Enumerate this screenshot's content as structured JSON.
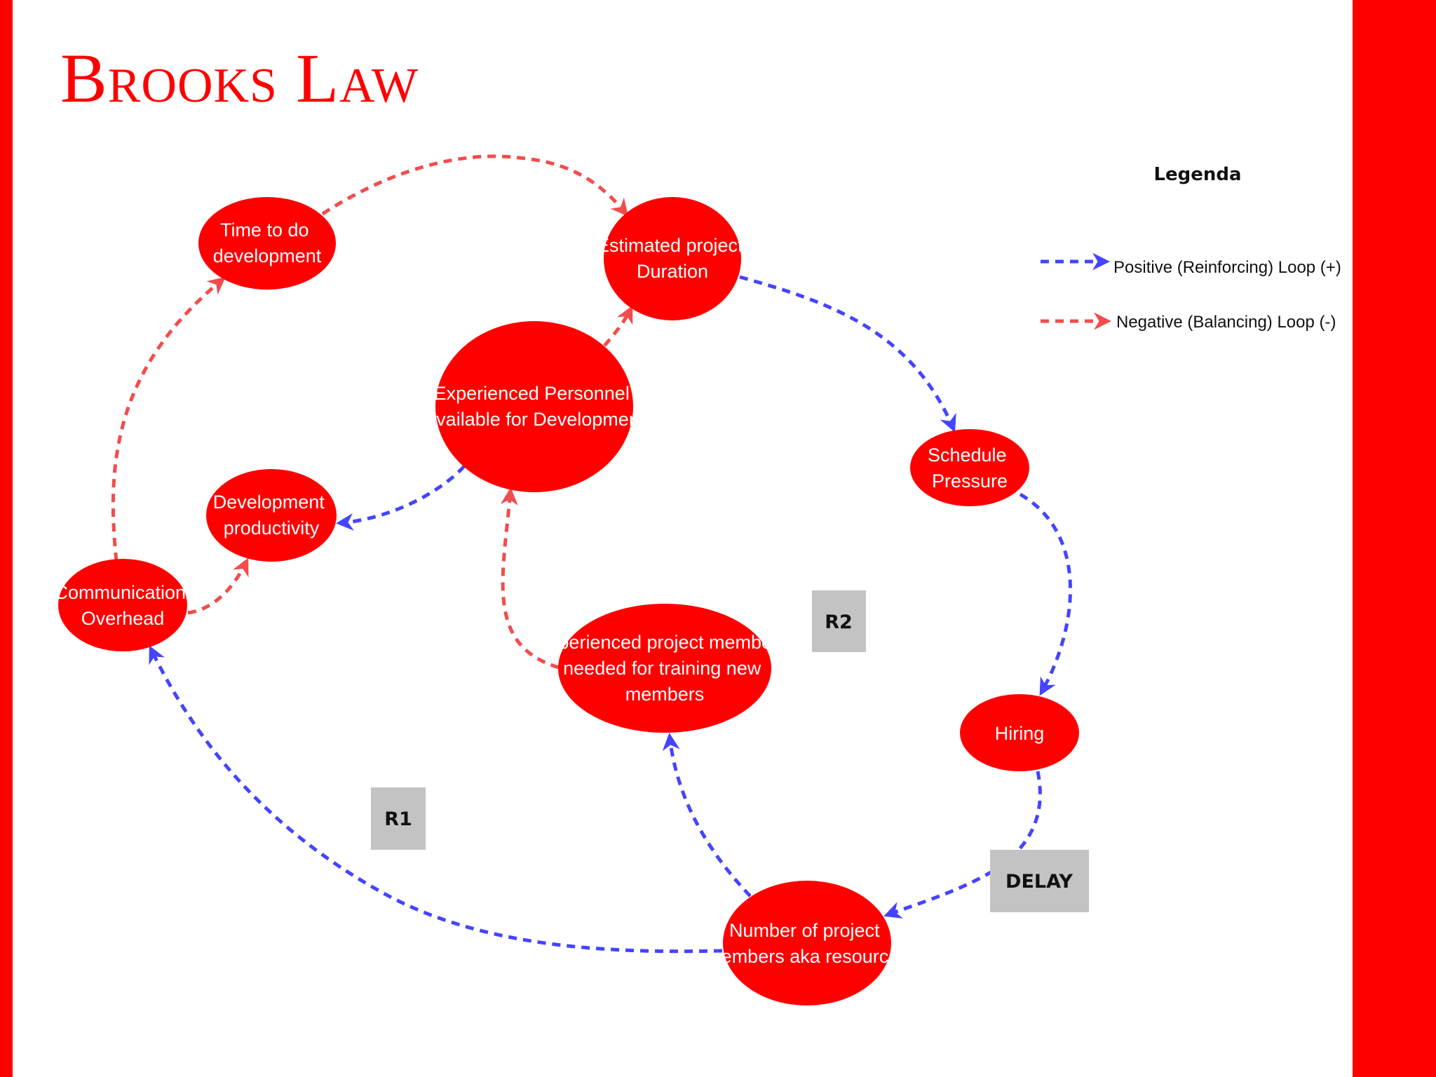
{
  "title": "Brooks Law",
  "colors": {
    "accent": "#ff0000",
    "node": "#ff0000",
    "positive_link": "#4444ff",
    "negative_link": "#f24c4c",
    "box": "#c3c3c3"
  },
  "nodes": {
    "time_to_do": [
      "Time to do",
      "development"
    ],
    "estimated_duration": [
      "Estimated project",
      "Duration"
    ],
    "experienced_personnel": [
      "Experienced Personnel",
      "Available for Development"
    ],
    "dev_productivity": [
      "Development",
      "productivity"
    ],
    "communication_overhead": [
      "Communication",
      "Overhead"
    ],
    "schedule_pressure": [
      "Schedule",
      "Pressure"
    ],
    "experienced_needed": [
      "Experienced project members",
      "needed for training new",
      "members"
    ],
    "hiring": [
      "Hiring"
    ],
    "num_members": [
      "Number of project",
      "members aka resources"
    ]
  },
  "loop_labels": {
    "r1": "R1",
    "r2": "R2",
    "delay": "DELAY"
  },
  "links": [
    {
      "from": "time_to_do",
      "to": "estimated_duration",
      "polarity": "negative"
    },
    {
      "from": "estimated_duration",
      "to": "schedule_pressure",
      "polarity": "positive"
    },
    {
      "from": "schedule_pressure",
      "to": "hiring",
      "polarity": "positive"
    },
    {
      "from": "hiring",
      "to": "num_members",
      "polarity": "positive",
      "delay": true
    },
    {
      "from": "num_members",
      "to": "experienced_needed",
      "polarity": "positive"
    },
    {
      "from": "num_members",
      "to": "communication_overhead",
      "polarity": "positive"
    },
    {
      "from": "experienced_needed",
      "to": "experienced_personnel",
      "polarity": "negative"
    },
    {
      "from": "experienced_personnel",
      "to": "estimated_duration",
      "polarity": "negative"
    },
    {
      "from": "experienced_personnel",
      "to": "dev_productivity",
      "polarity": "positive"
    },
    {
      "from": "communication_overhead",
      "to": "dev_productivity",
      "polarity": "negative"
    },
    {
      "from": "communication_overhead",
      "to": "time_to_do",
      "polarity": "negative"
    }
  ],
  "legend": {
    "title": "Legenda",
    "positive": "Positive (Reinforcing) Loop (+)",
    "negative": "Negative (Balancing) Loop (-)"
  }
}
